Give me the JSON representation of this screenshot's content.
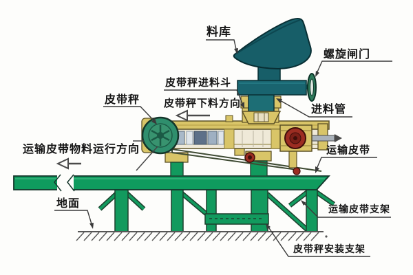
{
  "labels": {
    "storage_hopper": "料库",
    "spiral_gate": "螺旋闸门",
    "scale_feed_hopper": "皮带秤进料斗",
    "scale_discharge_direction": "皮带秤下料方向",
    "belt_scale": "皮带秤",
    "feed_pipe": "进料管",
    "belt_material_direction": "运输皮带物料运行方向",
    "transport_belt": "运输皮带",
    "ground": "地面",
    "transport_belt_support": "运输皮带支架",
    "scale_mounting_support": "皮带秤安装支架"
  },
  "icons": {
    "discharge_direction_arrow": "left-arrow",
    "material_flow_arrow": "left-arrow"
  },
  "colors": {
    "hopper_teal": "#175e68",
    "pipe_teal": "#1d6e75",
    "structure_green": "#119a5e",
    "frame_yellow": "#d9c568",
    "drum_teal": "#2f8f6d",
    "pulley_red": "#9c2d22",
    "handwheel_green": "#2e7b5b",
    "callout_line": "#3a3a3a",
    "label_text": "#161616",
    "background": "#fdfdfb"
  }
}
